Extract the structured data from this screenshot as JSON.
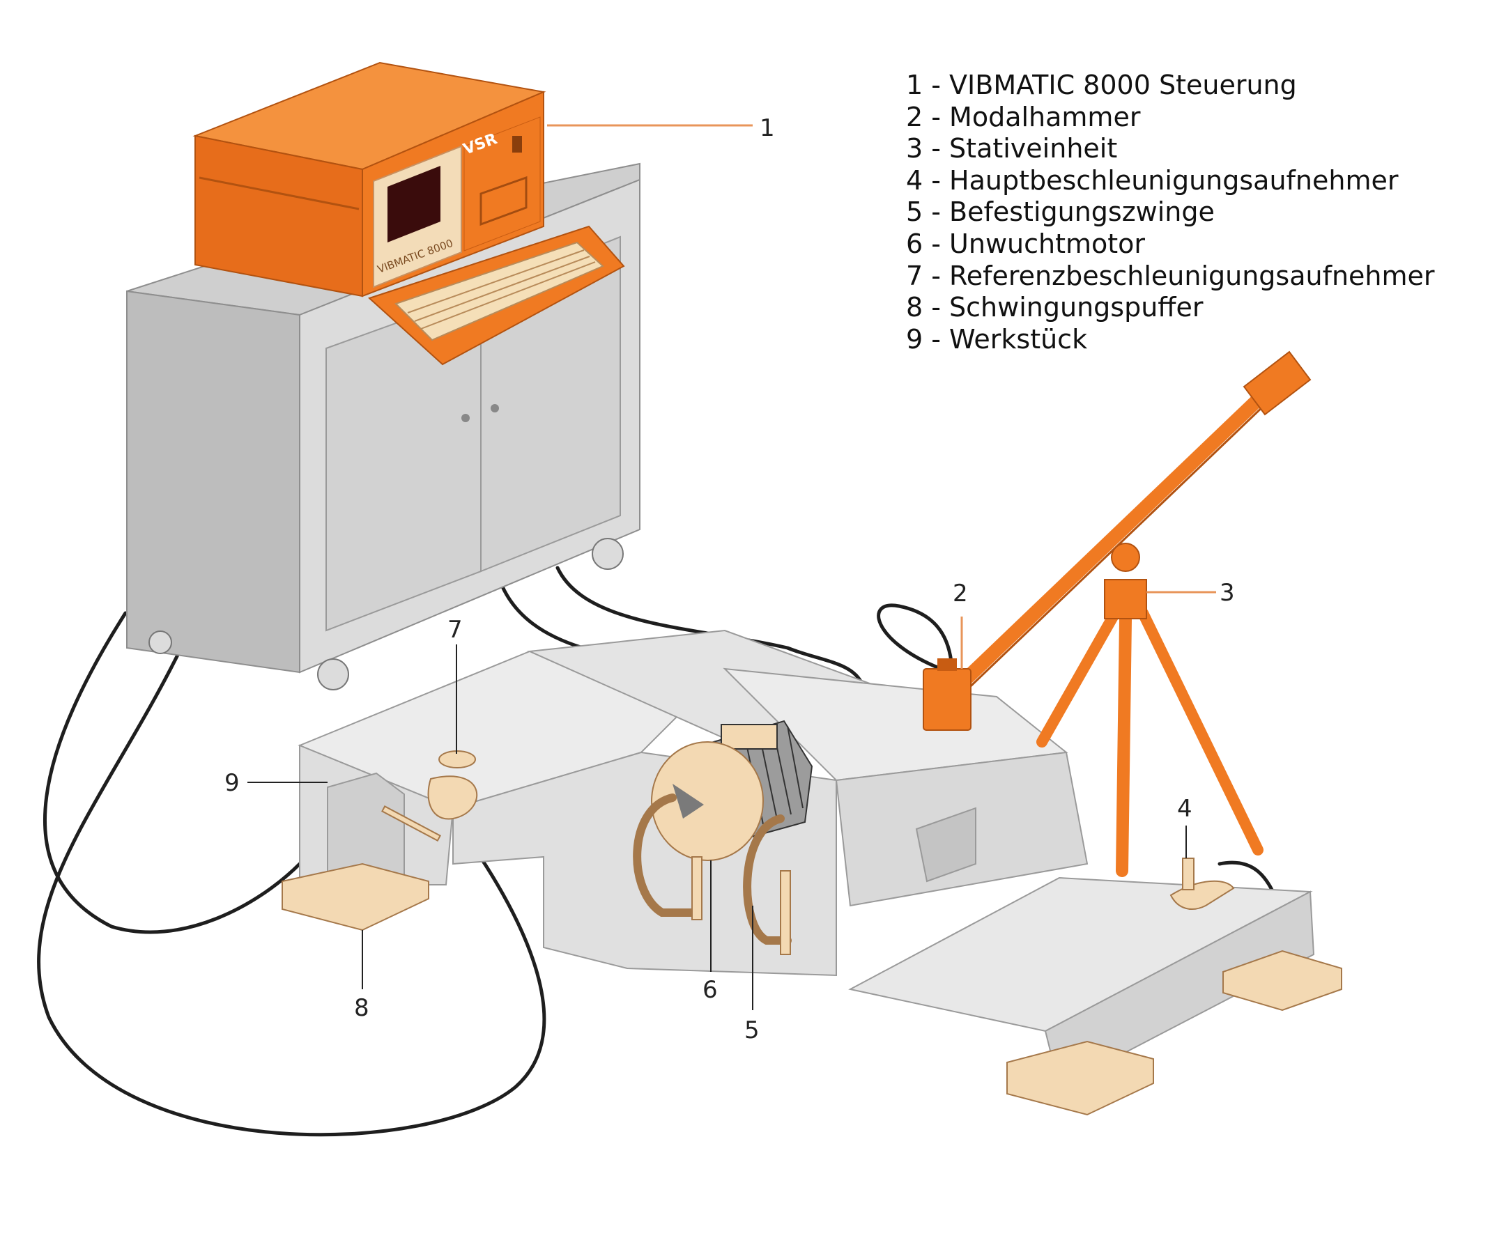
{
  "legend": {
    "items": [
      "1 - VIBMATIC 8000 Steuerung",
      "2 - Modalhammer",
      "3 - Stativeinheit",
      "4 - Hauptbeschleunigungsaufnehmer",
      "5 - Befestigungszwinge",
      "6 - Unwuchtmotor",
      "7 - Referenzbeschleunigungsaufnehmer",
      "8 - Schwingungspuffer",
      "9 - Werkstück"
    ]
  },
  "callouts": {
    "c1": "1",
    "c2": "2",
    "c3": "3",
    "c4": "4",
    "c5": "5",
    "c6": "6",
    "c7": "7",
    "c8": "8",
    "c9": "9"
  },
  "device": {
    "brand": "VSR",
    "model": "VIBMATIC 8000"
  },
  "colors": {
    "orange": "#f07a22",
    "orange_dark": "#c85c12",
    "cabinet": "#dcdcdc",
    "cabinet_dark": "#b4b4b4",
    "workpiece": "#e6e6e6",
    "wood": "#f3d9b3",
    "cable": "#1e1e1e",
    "accent_line": "#e8955a"
  }
}
